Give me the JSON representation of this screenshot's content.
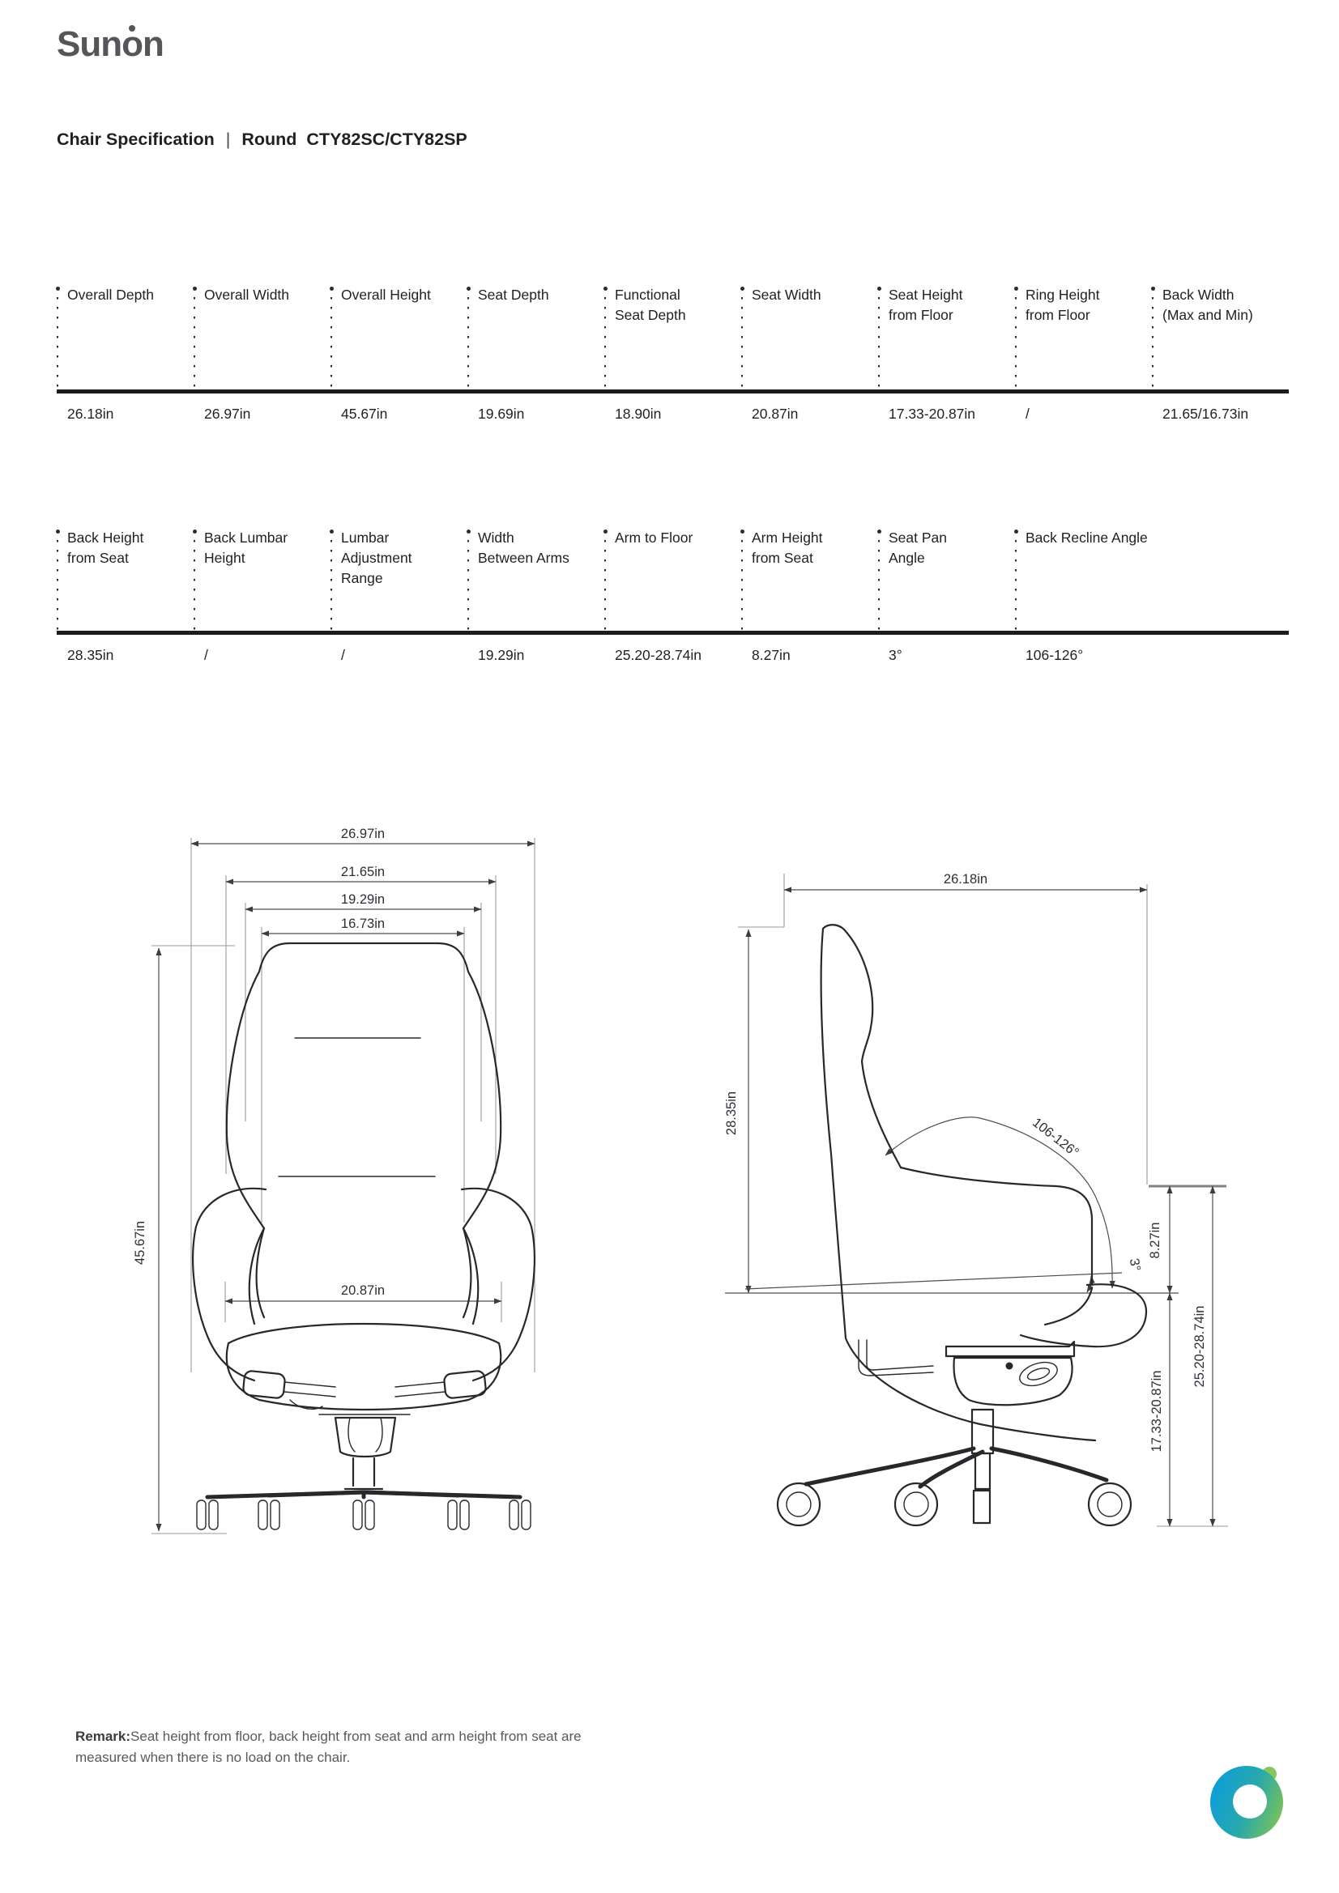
{
  "brand": {
    "logo_sun": "Sun",
    "logo_o": "o",
    "logo_n": "n"
  },
  "title": {
    "heading": "Chair Specification",
    "separator": "|",
    "series": "Round",
    "model": "CTY82SC/CTY82SP"
  },
  "tables": [
    {
      "name": "dimensions-row-1",
      "columns": [
        {
          "lines": [
            "Overall Depth"
          ],
          "value": "26.18in"
        },
        {
          "lines": [
            "Overall Width"
          ],
          "value": "26.97in"
        },
        {
          "lines": [
            "Overall Height"
          ],
          "value": "45.67in"
        },
        {
          "lines": [
            "Seat Depth"
          ],
          "value": "19.69in"
        },
        {
          "lines": [
            "Functional",
            "Seat Depth"
          ],
          "value": "18.90in"
        },
        {
          "lines": [
            "Seat Width"
          ],
          "value": "20.87in"
        },
        {
          "lines": [
            "Seat Height",
            "from Floor"
          ],
          "value": "17.33-20.87in"
        },
        {
          "lines": [
            "Ring Height",
            "from Floor"
          ],
          "value": "/"
        },
        {
          "lines": [
            "Back Width",
            "(Max and Min)"
          ],
          "value": "21.65/16.73in"
        }
      ]
    },
    {
      "name": "dimensions-row-2",
      "columns": [
        {
          "lines": [
            "Back Height",
            "from Seat"
          ],
          "value": "28.35in"
        },
        {
          "lines": [
            "Back Lumbar",
            "Height"
          ],
          "value": "/"
        },
        {
          "lines": [
            "Lumbar",
            "Adjustment",
            "Range"
          ],
          "value": "/"
        },
        {
          "lines": [
            "Width",
            "Between Arms"
          ],
          "value": "19.29in"
        },
        {
          "lines": [
            "Arm to Floor"
          ],
          "value": "25.20-28.74in"
        },
        {
          "lines": [
            "Arm Height",
            "from Seat"
          ],
          "value": "8.27in"
        },
        {
          "lines": [
            "Seat Pan",
            "Angle"
          ],
          "value": "3°"
        },
        {
          "lines": [
            "Back Recline Angle"
          ],
          "value": "106-126°"
        }
      ]
    }
  ],
  "front_view": {
    "overall_width": "26.97in",
    "back_width_max": "21.65in",
    "width_between_arms": "19.29in",
    "back_width_min": "16.73in",
    "overall_height": "45.67in",
    "seat_width": "20.87in"
  },
  "side_view": {
    "overall_depth": "26.18in",
    "back_height_from_seat": "28.35in",
    "back_recline_angle": "106-126°",
    "seat_pan_angle": "3°",
    "arm_height_from_seat": "8.27in",
    "seat_height_from_floor": "17.33-20.87in",
    "arm_to_floor": "25.20-28.74in"
  },
  "remark": {
    "label": "Remark:",
    "line1": "Seat height from floor, back height from seat and arm height from seat are",
    "line2": "measured when there is no load on the chair."
  },
  "colors": {
    "logo_gray": "#55565a",
    "text_dark": "#231f20",
    "ring_blue": "#0c9ddc",
    "ring_green": "#7dc257"
  }
}
